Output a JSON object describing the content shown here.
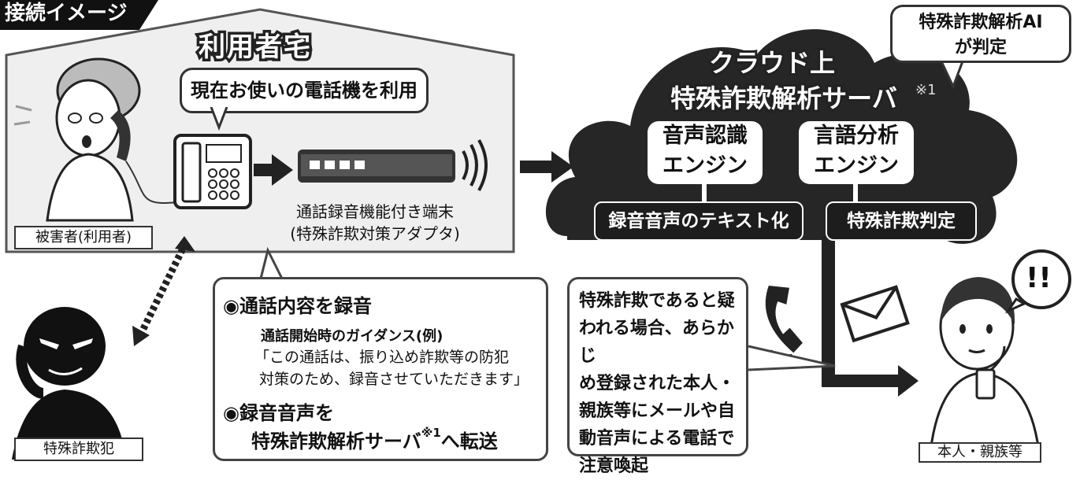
{
  "section_label": "接続イメージ",
  "house": {
    "title": "利用者宅",
    "phone_bubble": "現在お使いの電話機を利用"
  },
  "victim_label": "被害者(利用者)",
  "device_label_line1": "通話録音機能付き端末",
  "device_label_line2": "(特殊詐欺対策アダプタ)",
  "cloud": {
    "title_line1": "クラウド上",
    "title_line2": "特殊詐欺解析サーバ",
    "title_note": "※1",
    "ai_bubble_line1": "特殊詐欺解析AI",
    "ai_bubble_line2": "が判定",
    "engine1_line1": "音声認識",
    "engine1_line2": "エンジン",
    "engine2_line1": "言語分析",
    "engine2_line2": "エンジン",
    "label1": "録音音声のテキスト化",
    "label2": "特殊詐欺判定"
  },
  "record_box": {
    "bullet1": "◉通話内容を録音",
    "guidance_title": "通話開始時のガイダンス(例)",
    "guidance_line1": "「この通話は、振り込め詐欺等の防犯",
    "guidance_line2": "対策のため、録音させていただきます」",
    "bullet2_line1": "◉録音音声を",
    "bullet2_line2": "特殊詐欺解析サーバ",
    "bullet2_note": "※1",
    "bullet2_tail": "へ転送"
  },
  "alert_box": {
    "line1": "特殊詐欺であると疑",
    "line2": "われる場合、あらかじ",
    "line3": "め登録された本人・",
    "line4": "親族等にメールや自",
    "line5": "動音声による電話で",
    "line6": "注意喚起"
  },
  "criminal_label": "特殊詐欺犯",
  "relative_label": "本人・親族等",
  "exclaim": "!!"
}
